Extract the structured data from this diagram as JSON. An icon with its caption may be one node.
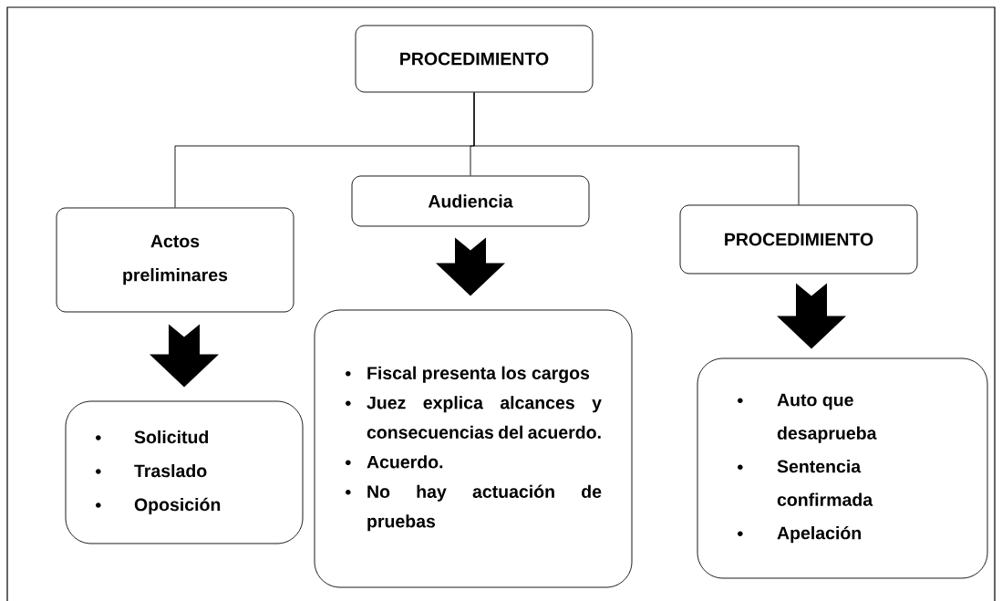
{
  "diagram": {
    "nodes": [
      {
        "text": [
          "PROCEDIMIENTO"
        ]
      },
      {
        "text": [
          "Actos preliminares"
        ]
      },
      {
        "text": [
          "Audiencia"
        ]
      },
      {
        "text": [
          "PROCEDIMIENTO"
        ]
      },
      {
        "text": [
          "Solicitud",
          "Traslado",
          "Oposición"
        ]
      },
      {
        "text": [
          "Fiscal presenta los cargos",
          "Juez explica alcances y consecuencias del acuerdo.",
          "Acuerdo.",
          "No hay actuación de pruebas"
        ]
      },
      {
        "text": [
          "Auto que desaprueba",
          "Sentencia confirmada",
          "Apelación"
        ]
      }
    ],
    "edges": [
      {
        "from": 0,
        "to": 1,
        "arrow": "none"
      },
      {
        "from": 0,
        "to": 2,
        "arrow": "none"
      },
      {
        "from": 0,
        "to": 3,
        "arrow": "none"
      },
      {
        "from": 1,
        "to": 4,
        "arrow": "to",
        "style": "thick"
      },
      {
        "from": 2,
        "to": 5,
        "arrow": "to",
        "style": "thick"
      },
      {
        "from": 3,
        "to": 6,
        "arrow": "to",
        "style": "thick"
      }
    ]
  }
}
